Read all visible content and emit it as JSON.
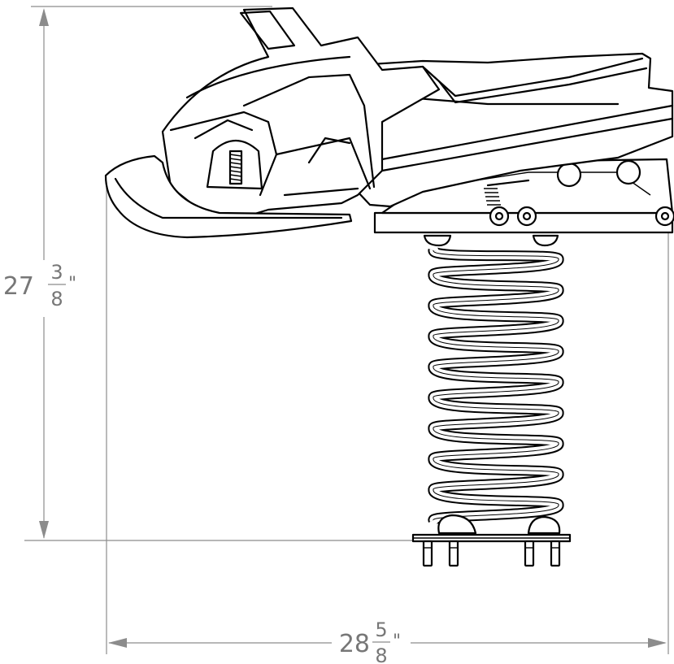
{
  "dimensions": {
    "height": {
      "whole": "27",
      "numerator": "3",
      "denominator": "8",
      "unit": "\""
    },
    "width": {
      "whole": "28",
      "numerator": "5",
      "denominator": "8",
      "unit": "\""
    }
  },
  "colors": {
    "dimension": "#8c8c8c",
    "dimension_text": "#777777",
    "ink": "#000000"
  }
}
